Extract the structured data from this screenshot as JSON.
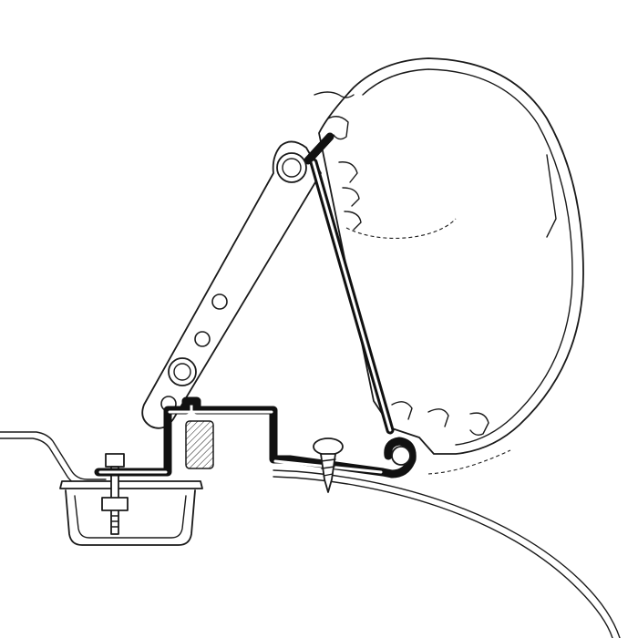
{
  "figure": {
    "colors": {
      "background": "#ffffff",
      "line": "#1a1a1a",
      "bracket": "#111111"
    },
    "parts": [
      "awning-cassette",
      "mounting-arm",
      "adapter-bracket",
      "roof-rail",
      "vehicle-roof",
      "bolts"
    ]
  }
}
